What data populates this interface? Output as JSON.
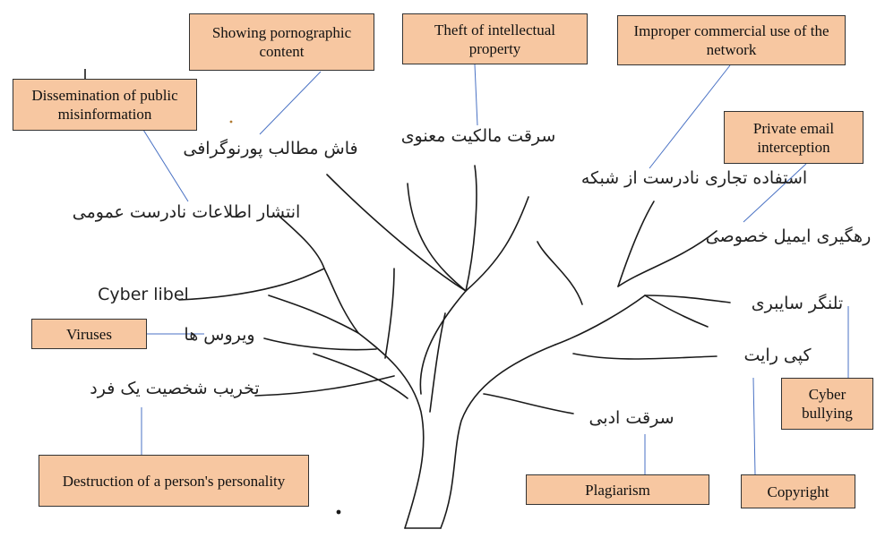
{
  "colors": {
    "box_fill": "#f7c7a1",
    "connector": "#4a72c4",
    "ink": "#1a1a1a"
  },
  "labels": {
    "pornographic": "Showing pornographic content",
    "theft_ip": "Theft of intellectual property",
    "commercial_use": "Improper commercial use of the network",
    "misinformation": "Dissemination of public misinformation",
    "email_interception": "Private email interception",
    "viruses": "Viruses",
    "cyber_bullying": "Cyber bullying",
    "destruction": "Destruction of a person's personality",
    "plagiarism": "Plagiarism",
    "copyright": "Copyright"
  },
  "handwritten": {
    "pornographic": "فاش مطالب پورنوگرافی",
    "theft_ip": "سرقت مالکیت معنوی",
    "commercial_use": "استفاده تجاری نادرست از شبکه",
    "misinformation": "انتشار اطلاعات نادرست عمومی",
    "email_interception": "رهگیری ایمیل خصوصی",
    "cyber_libel": "Cyber libel",
    "viruses": "ویروس ها",
    "bullying": "تلنگر سایبری",
    "destruction": "تخریب شخصیت یک فرد",
    "copyright": "کپی رایت",
    "plagiarism": "سرقت ادبی"
  }
}
